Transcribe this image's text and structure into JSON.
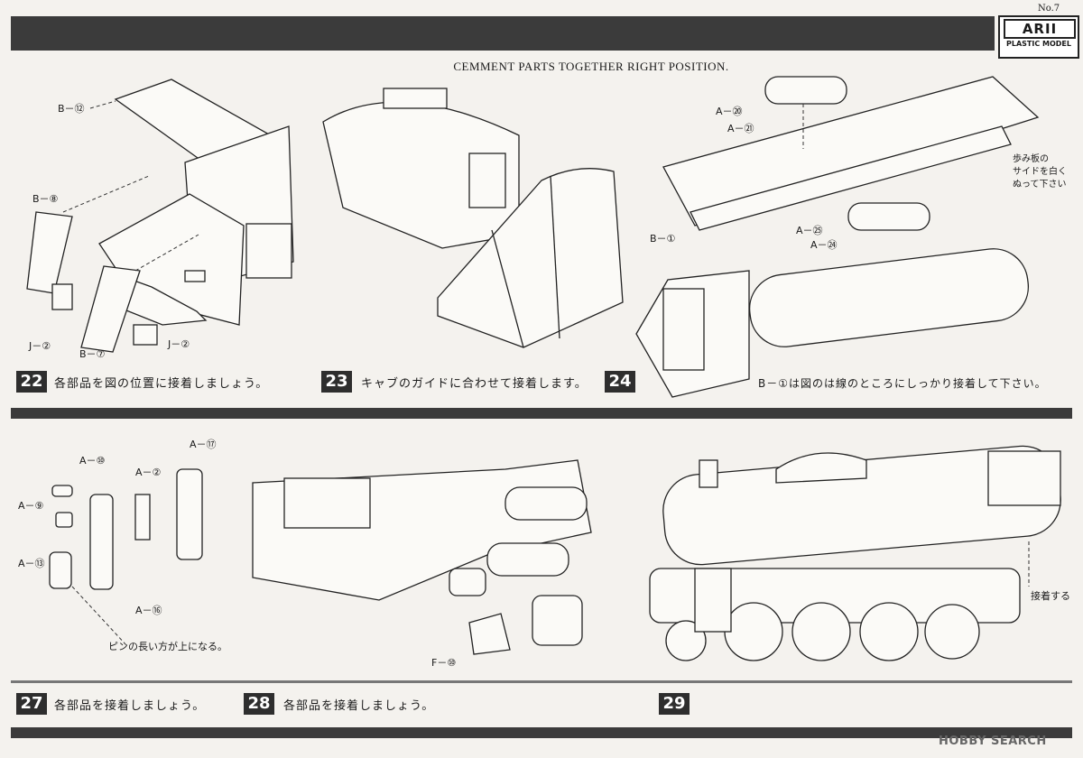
{
  "page_number": "No.7",
  "brand": {
    "logo_main": "ARII",
    "logo_sub": "PLASTIC MODEL"
  },
  "headline": "CEMMENT PARTS TOGETHER RIGHT POSITION.",
  "steps": [
    {
      "num": "22",
      "text": "各部品を図の位置に接着しましょう。"
    },
    {
      "num": "23",
      "text": "キャブのガイドに合わせて接着します。"
    },
    {
      "num": "24",
      "text": "B－①は図のは線のところにしっかり接着して下さい。"
    },
    {
      "num": "27",
      "text": "各部品を接着しましょう。"
    },
    {
      "num": "28",
      "text": "各部品を接着しましょう。"
    },
    {
      "num": "29",
      "text": ""
    }
  ],
  "labels": {
    "s22": [
      "B－⑫",
      "B－⑧",
      "J－②",
      "B－⑦",
      "J－②"
    ],
    "s24": [
      "A－⑳",
      "A－㉑",
      "A－㉕",
      "A－㉔",
      "B－①"
    ],
    "s24_note": [
      "歩み板の",
      "サイドを白く",
      "ぬって下さい"
    ],
    "s27": [
      "A－⑰",
      "A－⑩",
      "A－②",
      "A－⑨",
      "A－⑬",
      "A－⑯"
    ],
    "s27_note": "ピンの長い方が上になる。",
    "s28": [
      "F－⑩"
    ],
    "s29": [
      "接着する"
    ]
  },
  "watermark": "HOBBY SEARCH"
}
